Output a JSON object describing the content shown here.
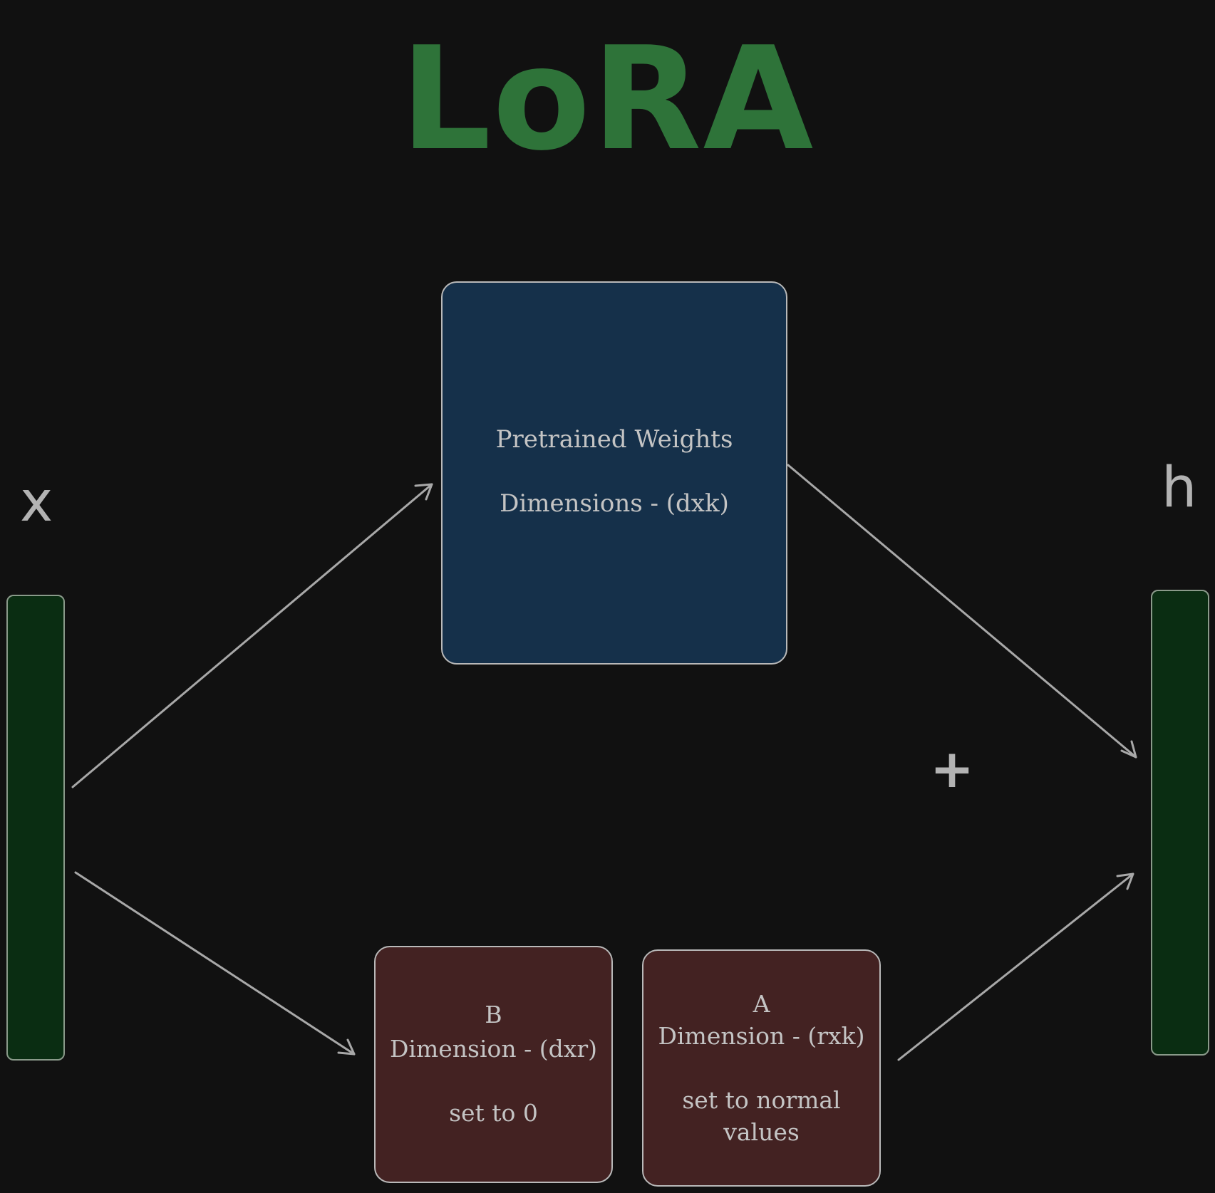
{
  "title": "LoRA",
  "colors": {
    "background": "#111111",
    "title": "#2e7339",
    "vector_fill": "#0a2d12",
    "pretrained_fill": "#15304a",
    "adapter_fill": "#432222",
    "arrow": "#a8a8a8",
    "text": "#c4c4c4"
  },
  "labels": {
    "input": "x",
    "output": "h",
    "plus": "+"
  },
  "pretrained": {
    "name": "Pretrained Weights",
    "dims": "Dimensions - (dxk)"
  },
  "matrix_b": {
    "name": "B",
    "dims": "Dimension - (dxr)",
    "init": "set to 0"
  },
  "matrix_a": {
    "name": "A",
    "dims": "Dimension - (rxk)",
    "init_line1": "set to normal",
    "init_line2": "values"
  }
}
